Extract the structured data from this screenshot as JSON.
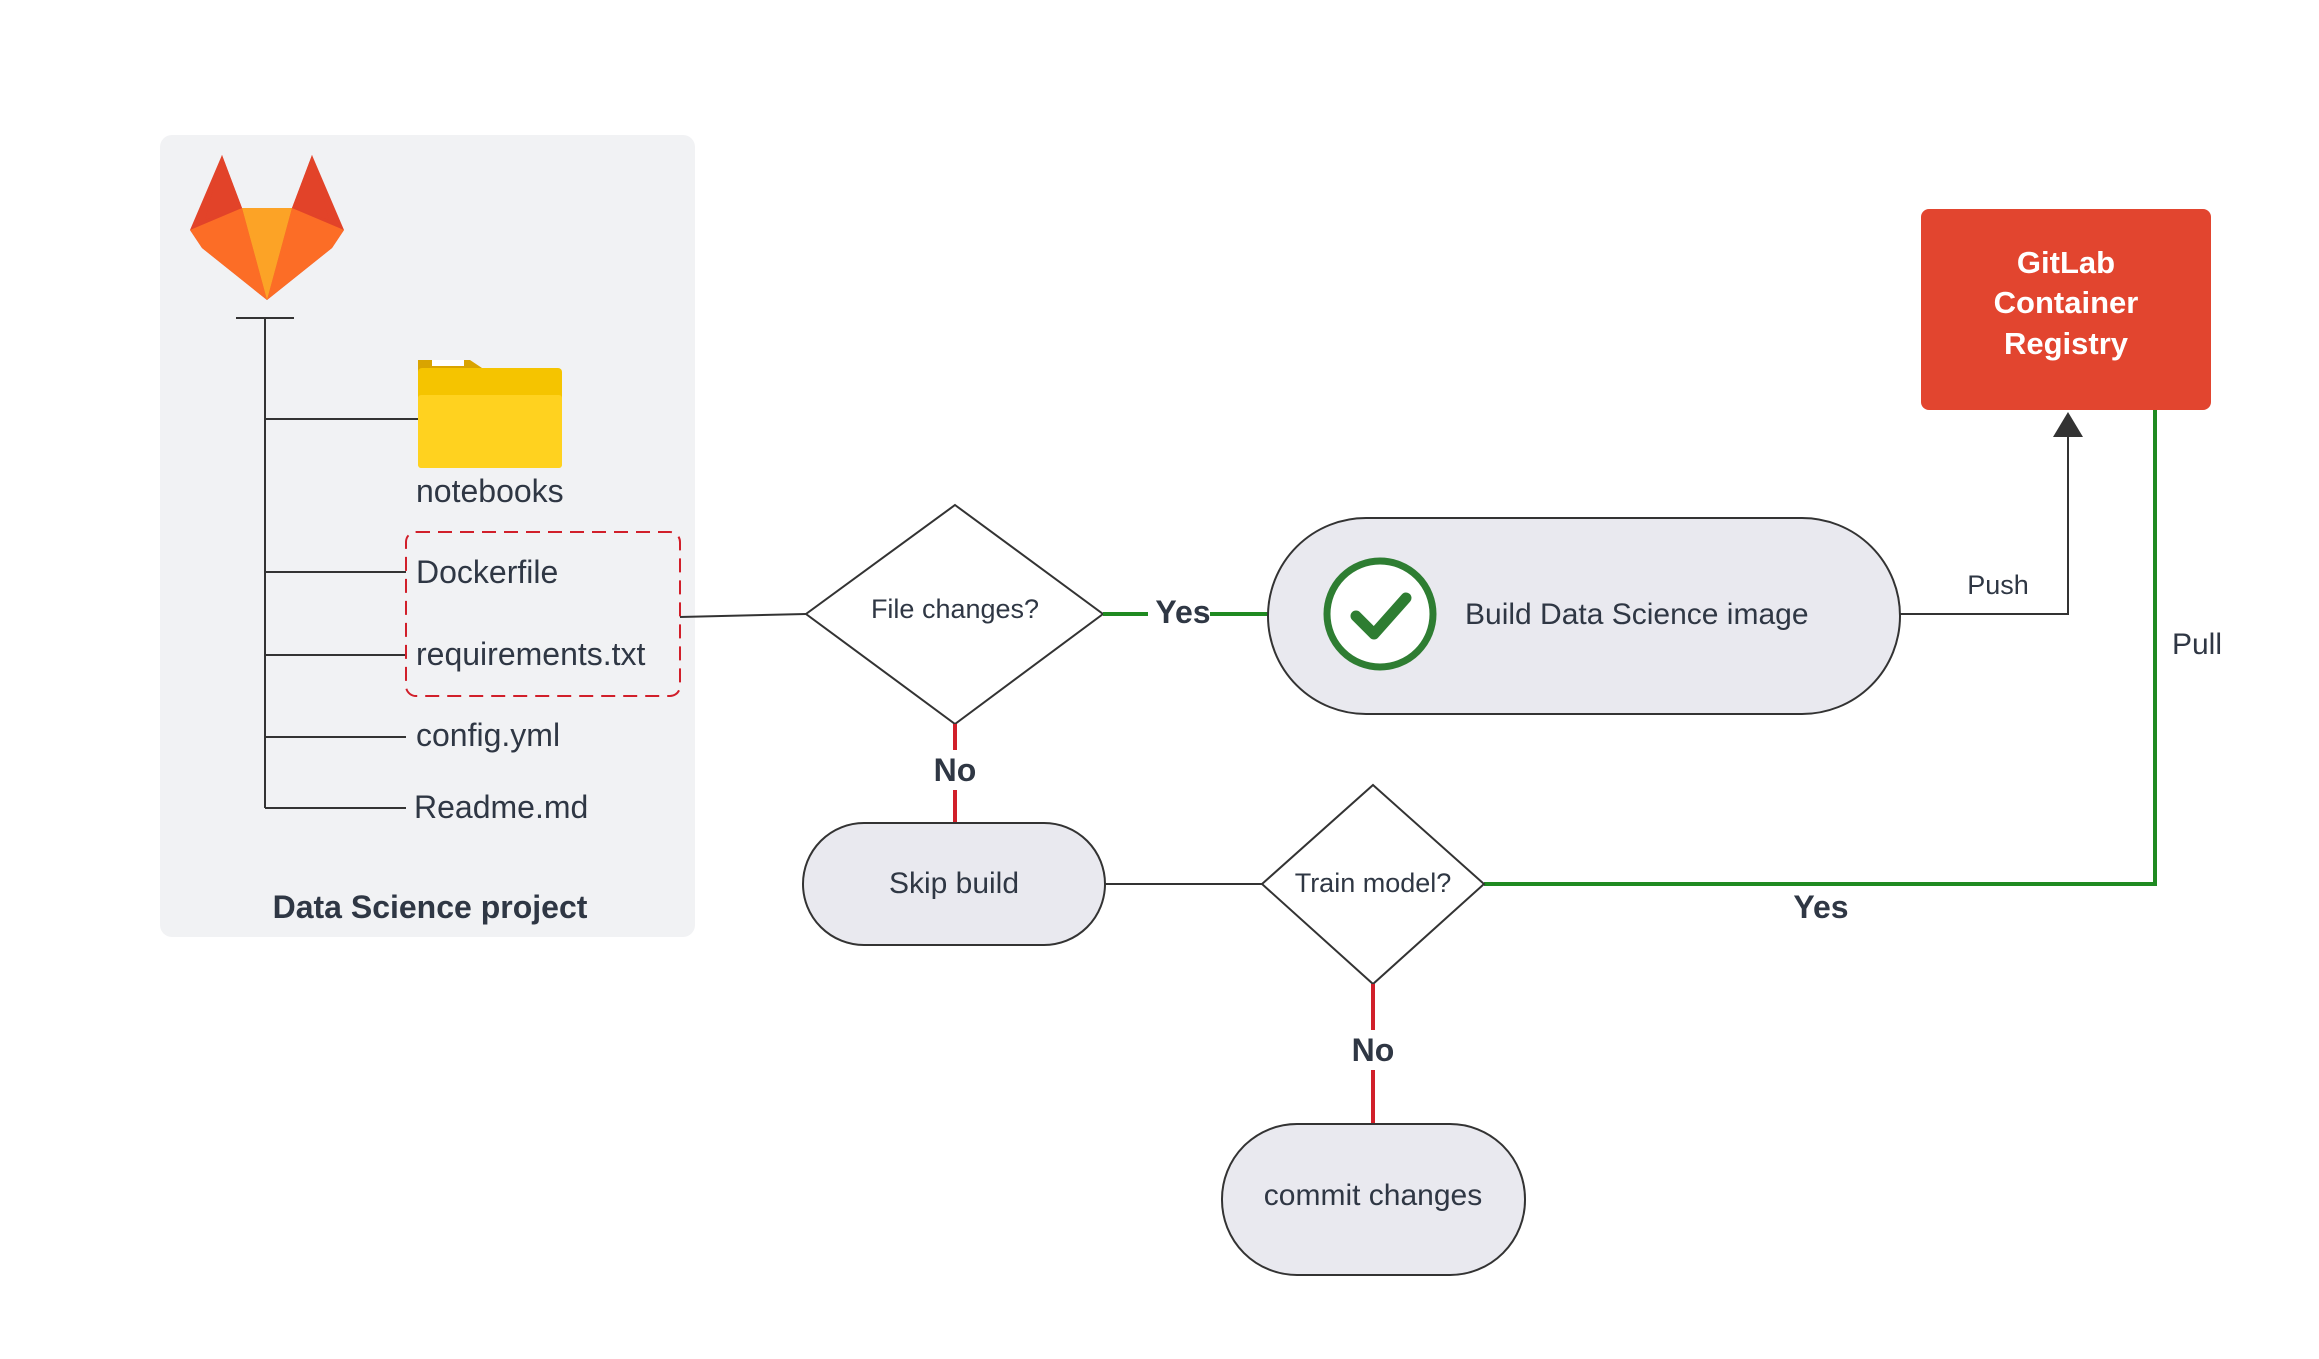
{
  "colors": {
    "panel": "#f1f2f4",
    "registry": "#e2452f",
    "yes_line": "#1f8a21",
    "no_line": "#d11f2a",
    "pill_fill": "#e9e9ef",
    "check": "#2e7d32",
    "folder": "#f5c400"
  },
  "project": {
    "title": "Data Science project",
    "files": {
      "notebooks": "notebooks",
      "dockerfile": "Dockerfile",
      "requirements": "requirements.txt",
      "config": "config.yml",
      "readme": "Readme.md"
    }
  },
  "flow": {
    "file_changes_q": "File changes?",
    "yes_label_1": "Yes",
    "no_label_1": "No",
    "build_label": "Build Data Science image",
    "skip_label": "Skip build",
    "train_q": "Train model?",
    "yes_label_2": "Yes",
    "no_label_2": "No",
    "commit_label": "commit changes",
    "push_label": "Push",
    "pull_label": "Pull"
  },
  "registry": {
    "line1": "GitLab",
    "line2": "Container",
    "line3": "Registry"
  },
  "icons": {
    "logo": "gitlab-logo",
    "folder": "folder-icon",
    "check": "check-circle-icon"
  }
}
